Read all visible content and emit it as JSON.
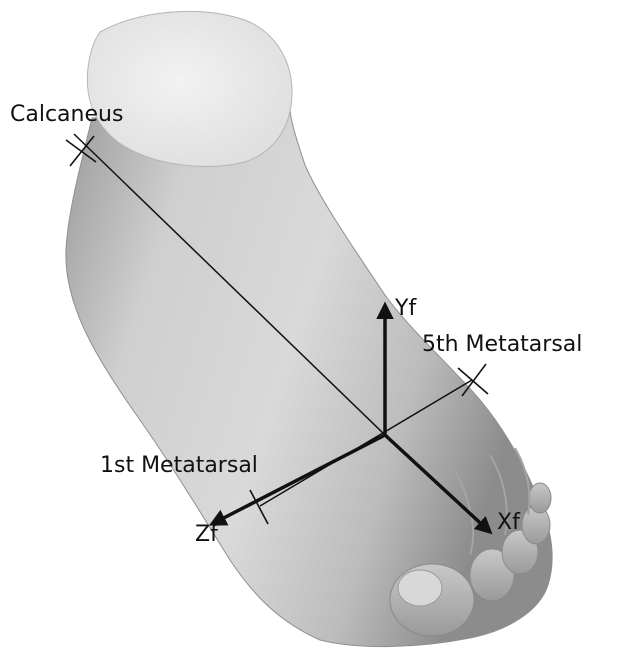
{
  "labels": {
    "calcaneus": "Calcaneus",
    "fifth_metatarsal": "5th Metatarsal",
    "first_metatarsal": "1st Metatarsal",
    "yf": "Yf",
    "xf": "Xf",
    "zf": "Zf"
  },
  "colors": {
    "ink": "#111111",
    "foot_light": "#e6e6e6",
    "foot_mid": "#bdbdbd",
    "foot_dark": "#8a8a8a",
    "cut_surface": "#ececec"
  }
}
